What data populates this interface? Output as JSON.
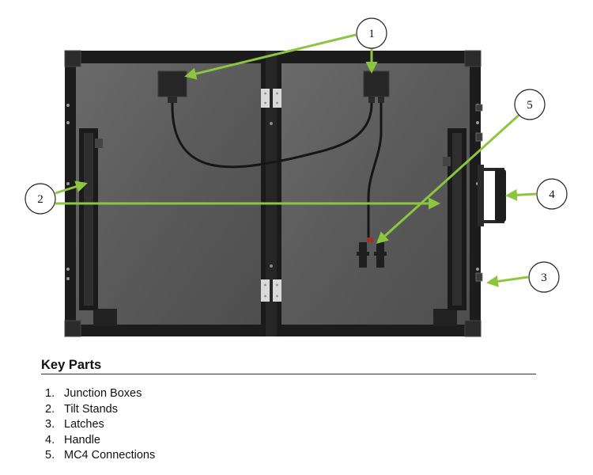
{
  "callouts": {
    "c1": "1",
    "c2": "2",
    "c3": "3",
    "c4": "4",
    "c5": "5"
  },
  "key": {
    "title": "Key Parts",
    "items": [
      {
        "num": "1.",
        "label": "Junction Boxes"
      },
      {
        "num": "2.",
        "label": "Tilt Stands"
      },
      {
        "num": "3.",
        "label": "Latches"
      },
      {
        "num": "4.",
        "label": "Handle"
      },
      {
        "num": "5.",
        "label": "MC4 Connections"
      }
    ]
  },
  "colors": {
    "panel": "#5b5b5b",
    "frame": "#1c1c1c",
    "arrow": "#8cc63f",
    "hinge": "#d9d9d9"
  }
}
